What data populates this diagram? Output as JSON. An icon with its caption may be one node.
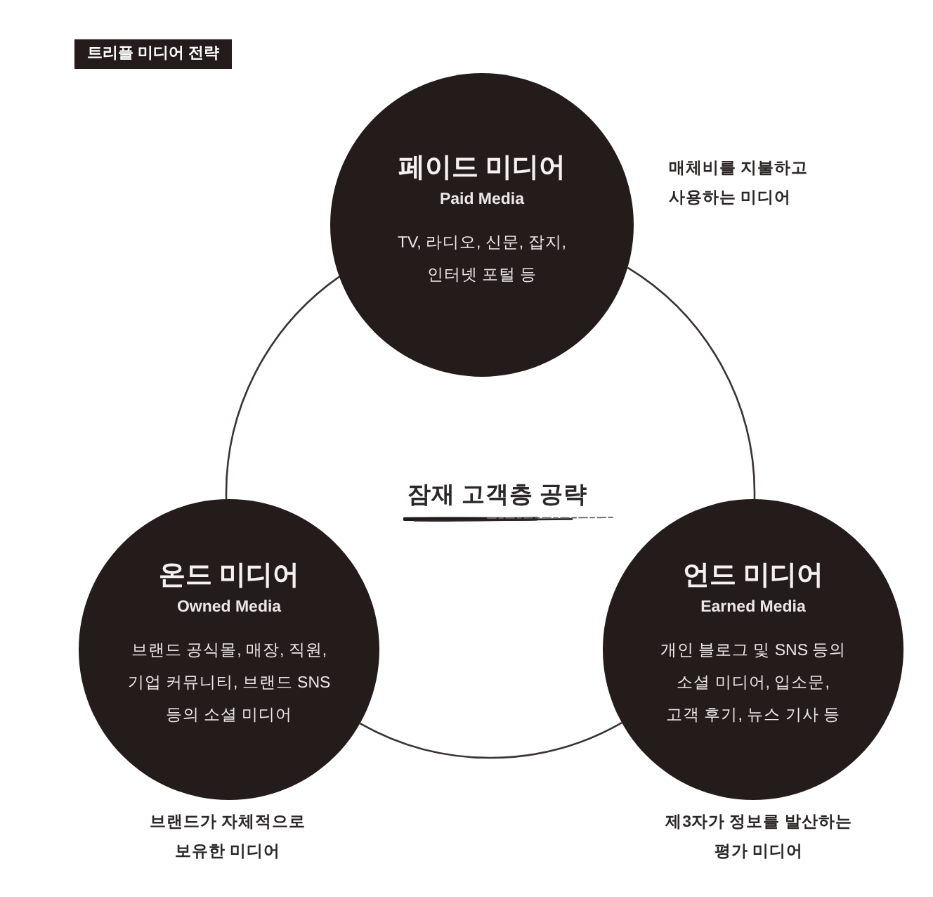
{
  "diagram": {
    "title": "트리플 미디어 전략",
    "nodes": [
      {
        "text": [
          "페이드 미디어",
          "Paid Media",
          "TV, 라디오, 신문, 잡지, 인터넷 포털 등"
        ],
        "beside": [
          "매체비를 지불하고 사용하는 미디어"
        ]
      },
      {
        "text": [
          "온드 미디어",
          "Owned Media",
          "브랜드 공식몰, 매장, 직원, 기업 커뮤니티, 브랜드 SNS 등의 소셜 미디어"
        ],
        "beside": [
          "브랜드가 자체적으로 보유한 미디어"
        ]
      },
      {
        "text": [
          "언드 미디어",
          "Earned Media",
          "개인 블로그 및 SNS 등의 소셜 미디어, 입소문, 고객 후기, 뉴스 기사 등"
        ],
        "beside": [
          "제3자가 정보를 발산하는 평가 미디어"
        ]
      }
    ],
    "edges": [
      {
        "from": 0,
        "to": 1,
        "arrow": "none"
      },
      {
        "from": 1,
        "to": 2,
        "arrow": "none"
      },
      {
        "from": 2,
        "to": 0,
        "arrow": "none"
      }
    ],
    "labels": [
      "잠재 고객층 공략"
    ]
  }
}
